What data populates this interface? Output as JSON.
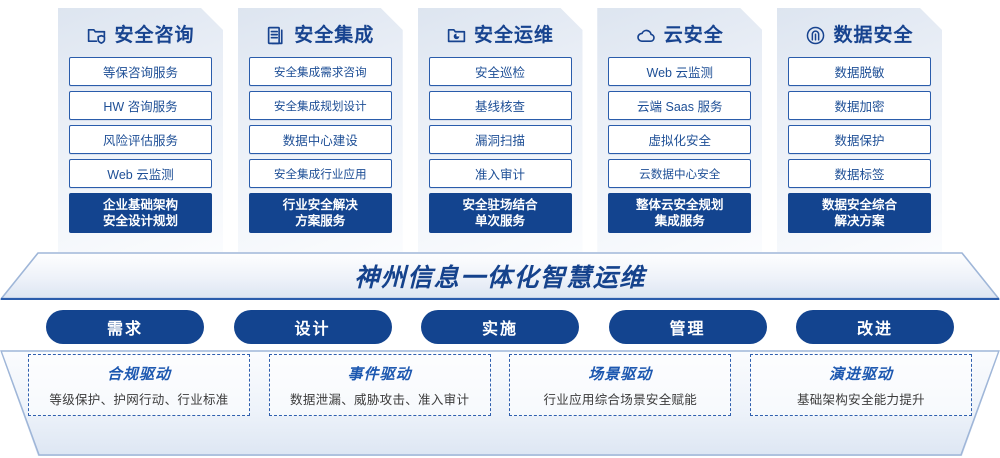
{
  "columns": [
    {
      "icon": "folder-shield-icon",
      "title": "安全咨询",
      "items": [
        "等保咨询服务",
        "HW 咨询服务",
        "风险评估服务",
        "Web 云监测"
      ],
      "footer": [
        "企业基础架构",
        "安全设计规划"
      ]
    },
    {
      "icon": "documents-stack-icon",
      "title": "安全集成",
      "items": [
        "安全集成需求咨询",
        "安全集成规划设计",
        "数据中心建设",
        "安全集成行业应用"
      ],
      "footer": [
        "行业安全解决",
        "方案服务"
      ]
    },
    {
      "icon": "folder-chart-icon",
      "title": "安全运维",
      "items": [
        "安全巡检",
        "基线核查",
        "漏洞扫描",
        "准入审计"
      ],
      "footer": [
        "安全驻场结合",
        "单次服务"
      ]
    },
    {
      "icon": "cloud-icon",
      "title": "云安全",
      "items": [
        "Web 云监测",
        "云端 Saas 服务",
        "虚拟化安全",
        "云数据中心安全"
      ],
      "footer": [
        "整体云安全规划",
        "集成服务"
      ]
    },
    {
      "icon": "fingerprint-icon",
      "title": "数据安全",
      "items": [
        "数据脱敏",
        "数据加密",
        "数据保护",
        "数据标签"
      ],
      "footer": [
        "数据安全综合",
        "解决方案"
      ]
    }
  ],
  "banner": {
    "title": "神州信息一体化智慧运维"
  },
  "pills": [
    {
      "label": "需求"
    },
    {
      "label": "设计"
    },
    {
      "label": "实施"
    },
    {
      "label": "管理"
    },
    {
      "label": "改进"
    }
  ],
  "drivers": [
    {
      "title": "合规驱动",
      "subtitle": "等级保护、护网行动、行业标准"
    },
    {
      "title": "事件驱动",
      "subtitle": "数据泄漏、威胁攻击、准入审计"
    },
    {
      "title": "场景驱动",
      "subtitle": "行业应用综合场景安全赋能"
    },
    {
      "title": "演进驱动",
      "subtitle": "基础架构安全能力提升"
    }
  ],
  "colors": {
    "brand_blue": "#13448f",
    "text_blue": "#1e4f96",
    "accent_blue": "#1d58b0",
    "card_bg": "#e9eef6"
  }
}
